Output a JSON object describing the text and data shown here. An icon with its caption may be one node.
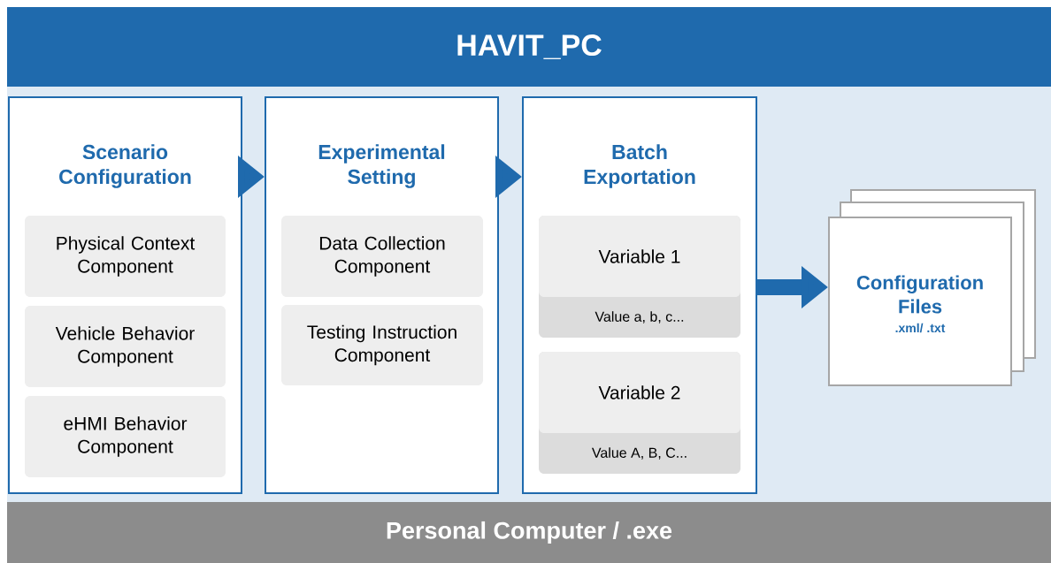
{
  "diagram": {
    "nodes": [
      {
        "text": [
          "HAVIT_PC"
        ]
      },
      {
        "text": [
          "Scenario Configuration"
        ]
      },
      {
        "text": [
          "Physical Context Component"
        ],
        "in": 1
      },
      {
        "text": [
          "Vehicle Behavior Component"
        ],
        "in": 1
      },
      {
        "text": [
          "eHMI Behavior Component"
        ],
        "in": 1
      },
      {
        "text": [
          "Experimental Setting"
        ]
      },
      {
        "text": [
          "Data Collection Component"
        ],
        "in": 5
      },
      {
        "text": [
          "Testing Instruction Component"
        ],
        "in": 5
      },
      {
        "text": [
          "Batch Exportation"
        ]
      },
      {
        "text": [
          "Variable 1",
          "Value a, b, c..."
        ],
        "in": 8
      },
      {
        "text": [
          "Variable 2",
          "Value A, B, C..."
        ],
        "in": 8
      },
      {
        "text": [
          "Configuration Files",
          ".xml/ .txt"
        ]
      },
      {
        "text": [
          "Personal Computer / .exe"
        ]
      }
    ],
    "edges": [
      {
        "from": 1,
        "to": 5,
        "arrow": "to"
      },
      {
        "from": 5,
        "to": 8,
        "arrow": "to"
      },
      {
        "from": 8,
        "to": 11,
        "arrow": "to"
      }
    ]
  }
}
